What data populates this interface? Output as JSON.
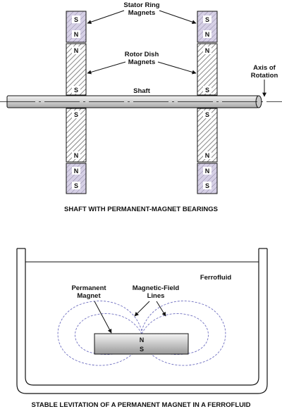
{
  "top_diagram": {
    "labels": {
      "stator_ring": [
        "Stator Ring",
        "Magnets"
      ],
      "rotor_dish": [
        "Rotor Dish",
        "Magnets"
      ],
      "axis": [
        "Axis of",
        "Rotation"
      ],
      "shaft": "Shaft"
    },
    "pole_labels": {
      "stator_top": [
        "S",
        "N"
      ],
      "rotor_upper": [
        "N",
        "S"
      ],
      "rotor_lower": [
        "S",
        "N"
      ],
      "stator_bottom": [
        "N",
        "S"
      ]
    },
    "caption": "SHAFT WITH PERMANENT-MAGNET BEARINGS"
  },
  "bottom_diagram": {
    "labels": {
      "ferrofluid": "Ferrofluid",
      "permanent_magnet": [
        "Permanent",
        "Magnet"
      ],
      "field_lines": [
        "Magnetic-Field",
        "Lines"
      ]
    },
    "magnet_poles": [
      "N",
      "S"
    ],
    "caption": "STABLE LEVITATION OF A PERMANENT MAGNET IN A FERROFLUID"
  },
  "colors": {
    "magnet_fill": "#d6d0e6",
    "hatch_fill": "#bdbdbd",
    "field_line": "#6f6fc0",
    "shaft_fill": "#d8d8d8",
    "line": "#111111"
  }
}
